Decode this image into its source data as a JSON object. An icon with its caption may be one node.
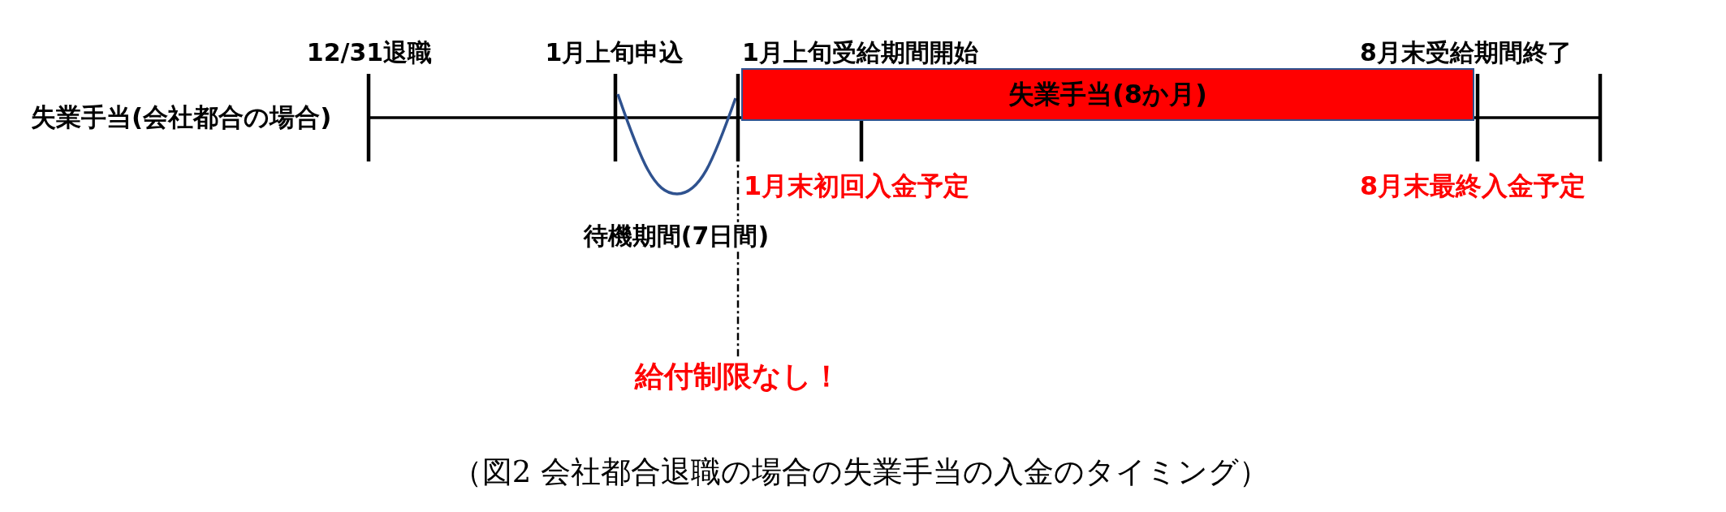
{
  "diagram": {
    "caption": "（図2 会社都合退職の場合の失業手当の入金のタイミング）",
    "nodes": [
      {
        "text": [
          "失業手当(8か月)"
        ]
      },
      {
        "text": [
          "給付制限なし！"
        ]
      },
      {
        "text": [],
        "shape": "line"
      }
    ],
    "edges": [
      {
        "from": 1,
        "to": 2,
        "arrow": "none",
        "style": "dashed"
      }
    ],
    "labels": [
      "12/31退職",
      "1月上旬申込",
      "1月上旬受給期間開始",
      "8月末受給期間終了",
      "失業手当(会社都合の場合)",
      "1月末初回入金予定",
      "8月末最終入金予定",
      "待機期間(7日間)"
    ]
  }
}
